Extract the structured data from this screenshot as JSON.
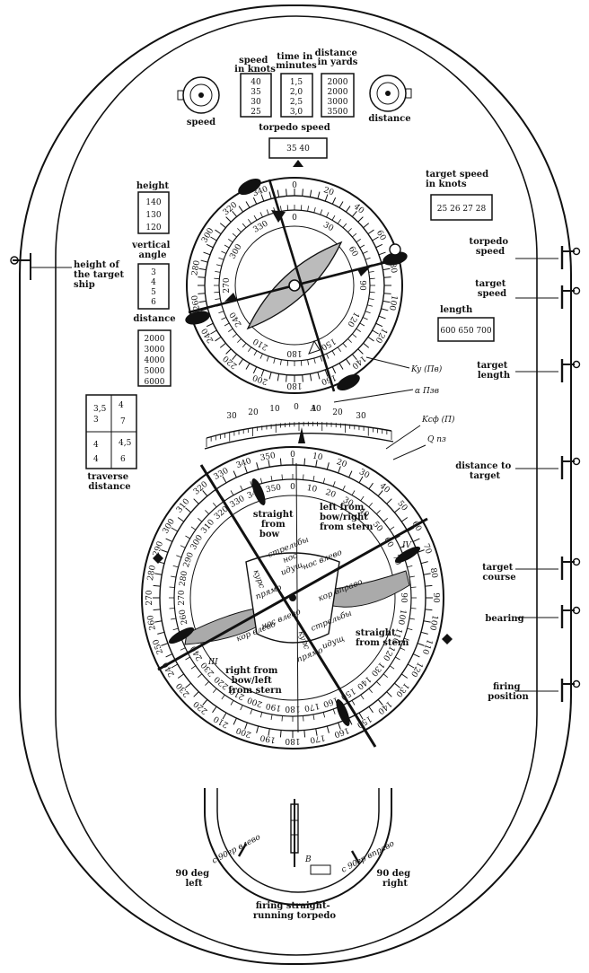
{
  "labels": {
    "speed_knots": [
      "speed",
      "in knots"
    ],
    "time_minutes": [
      "time in",
      "minutes"
    ],
    "distance_yards": [
      "distance",
      "in yards"
    ],
    "speed": "speed",
    "distance": "distance",
    "torpedo_speed": "torpedo speed",
    "height": "height",
    "vertical_angle": [
      "vertical",
      "angle"
    ],
    "distance2": "distance",
    "height_target_ship": [
      "height of",
      "the target",
      "ship"
    ],
    "target_speed_knots": [
      "target speed",
      "in knots"
    ],
    "torpedo_speed_right": [
      "torpedo",
      "speed"
    ],
    "target_speed_right": [
      "target",
      "speed"
    ],
    "length": "length",
    "target_length": [
      "target",
      "length"
    ],
    "traverse_distance": [
      "traverse",
      "distance"
    ],
    "distance_to_target": [
      "distance to",
      "target"
    ],
    "target_course": [
      "target",
      "course"
    ],
    "bearing": "bearing",
    "firing_position": [
      "firing",
      "position"
    ],
    "straight_from_bow": [
      "straight",
      "from",
      "bow"
    ],
    "left_bow_right_stern": [
      "left from",
      "bow/right",
      "from stern"
    ],
    "straight_from_stern": [
      "straight",
      "from stern"
    ],
    "right_bow_left_stern": [
      "right from",
      "bow/left",
      "from stern"
    ],
    "deg90_left": [
      "90 deg",
      "left"
    ],
    "deg90_right": [
      "90 deg",
      "right"
    ],
    "firing_straight": [
      "firing straight-",
      "running torpedo"
    ]
  },
  "tables": {
    "speed_knots": [
      "40",
      "35",
      "30",
      "25"
    ],
    "time_minutes": [
      "1,5",
      "2,0",
      "2,5",
      "3,0"
    ],
    "distance_yards": [
      "2000",
      "2000",
      "3000",
      "3500"
    ],
    "height": [
      "140",
      "130",
      "120"
    ],
    "vertical_angle": [
      "3",
      "4",
      "5",
      "6"
    ],
    "distance": [
      "2000",
      "3000",
      "4000",
      "5000",
      "6000"
    ],
    "target_speed": "25 26 27 28",
    "length": "600 650 700",
    "speed_window": "35   40"
  },
  "russian": {
    "ky": "Ky (Пв)",
    "apz": "α Пзв",
    "kc": "Kcф (Π)",
    "qn": "Q пз",
    "a_mark": "A",
    "b_mark": "B",
    "fire_straight": "стрельбы",
    "nos": "нос",
    "idushch": "идущ",
    "nos_vlevo": "нос влево",
    "kurs": "курс",
    "pryamo": "прямо",
    "kor_vpravo": "кор вправо",
    "kor_vlevo": "кор влево",
    "b90_left": "с 90гр влево",
    "b90_right": "с 90гр вправо",
    "roman_3": "III",
    "roman_4": "IV"
  }
}
